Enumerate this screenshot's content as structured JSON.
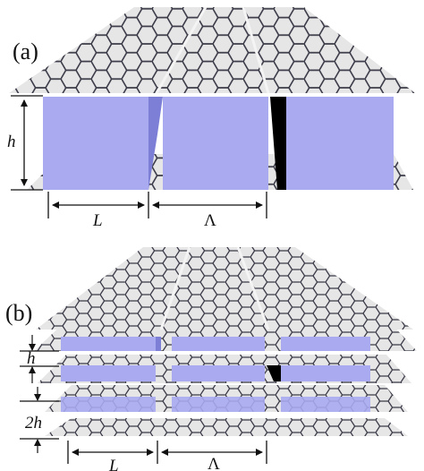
{
  "panel_a": {
    "label": "(a)",
    "height_symbol": "h",
    "width_symbol": "L",
    "period_symbol": "Λ"
  },
  "panel_b": {
    "label": "(b)",
    "thickness_symbol": "h",
    "spacing_symbol": "2h",
    "width_symbol": "L",
    "period_symbol": "Λ"
  },
  "colors": {
    "sheet": "#e6e6e6",
    "lattice_line": "#3a3a48",
    "block_front": "#a9aaf0",
    "block_side": "#7d7fd6",
    "gap_dark": "#000000",
    "arrow": "#111111"
  }
}
